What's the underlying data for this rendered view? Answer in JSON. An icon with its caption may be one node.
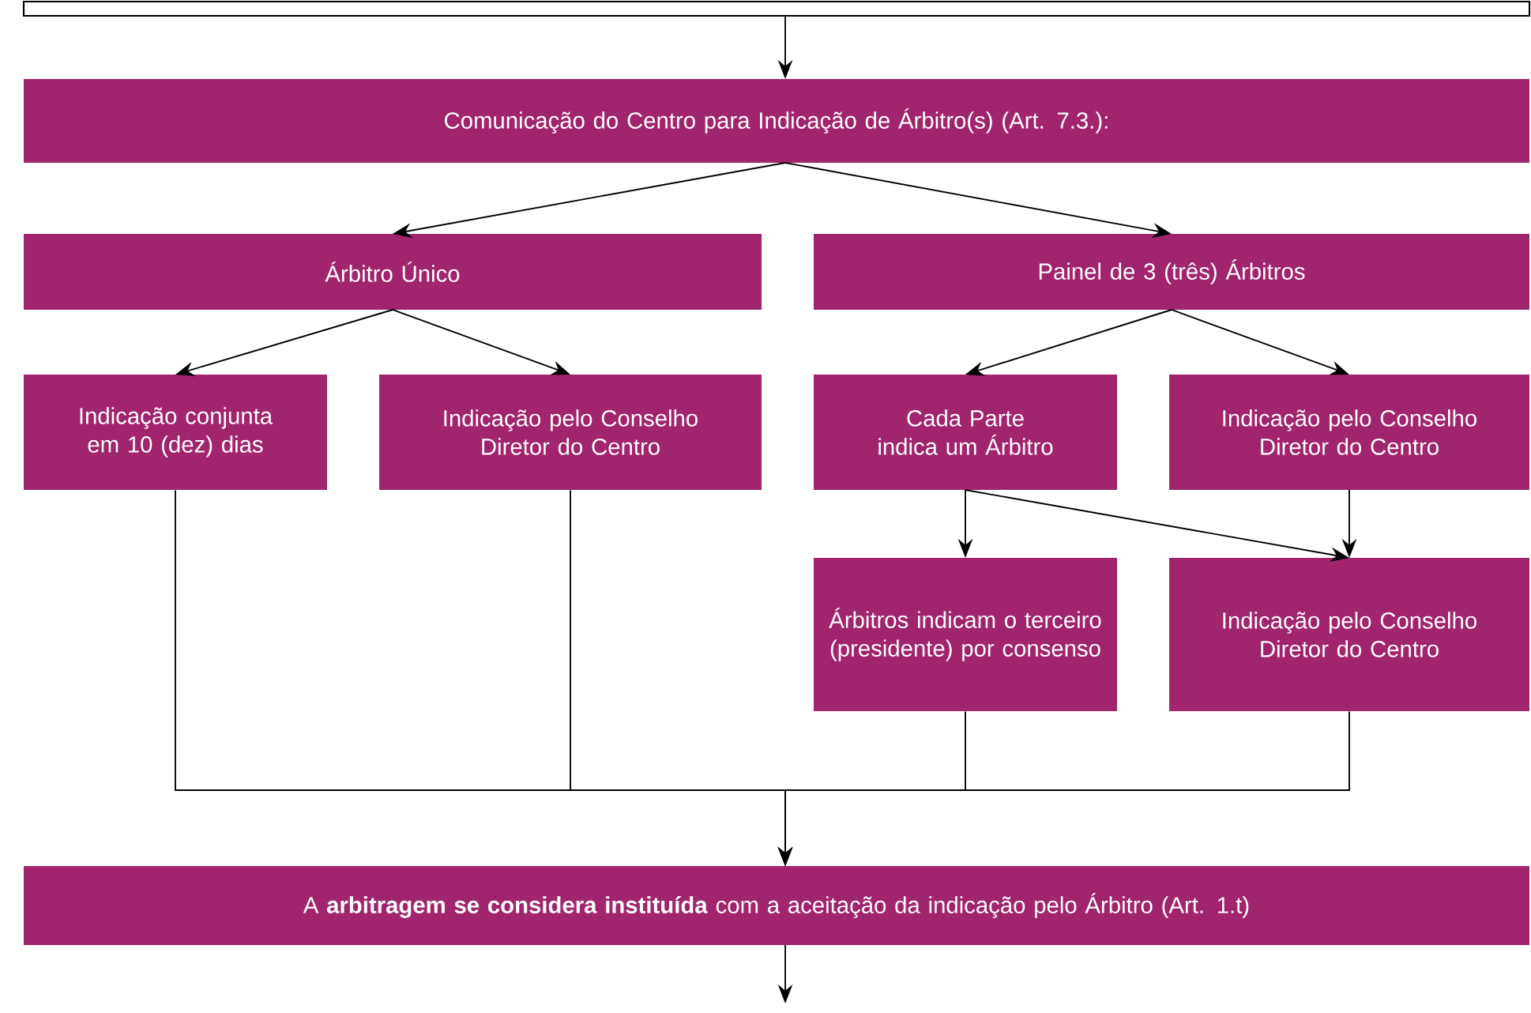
{
  "diagram": {
    "nodes": [
      {
        "text": [],
        "shape": "box"
      },
      {
        "text": [
          "Comunicação do Centro para Indicação de Árbitro(s)  (Art. 7.3.):"
        ]
      },
      {
        "text": [
          "Árbitro Único"
        ]
      },
      {
        "text": [
          "Painel de 3 (três) Árbitros"
        ]
      },
      {
        "text": [
          "Indicação conjunta em 10 (dez) dias"
        ]
      },
      {
        "text": [
          "Indicação pelo Conselho Diretor do Centro"
        ]
      },
      {
        "text": [
          "Cada Parte indica um Árbitro"
        ]
      },
      {
        "text": [
          "Indicação pelo Conselho Diretor do Centro"
        ]
      },
      {
        "text": [
          "Árbitros indicam o terceiro (presidente) por consenso"
        ]
      },
      {
        "text": [
          "Indicação pelo Conselho Diretor do Centro"
        ]
      },
      {
        "text": [
          "A **arbitragem se considera instituída** com a aceitação da indicação pelo Árbitro (Art. 1.t)"
        ]
      }
    ],
    "edges": [
      {
        "from": 0,
        "to": 1,
        "arrow": "to"
      },
      {
        "from": 1,
        "to": 2,
        "arrow": "to"
      },
      {
        "from": 1,
        "to": 3,
        "arrow": "to"
      },
      {
        "from": 2,
        "to": 4,
        "arrow": "to"
      },
      {
        "from": 2,
        "to": 5,
        "arrow": "to"
      },
      {
        "from": 3,
        "to": 6,
        "arrow": "to"
      },
      {
        "from": 3,
        "to": 7,
        "arrow": "to"
      },
      {
        "from": 6,
        "to": 8,
        "arrow": "to"
      },
      {
        "from": 6,
        "to": 9,
        "arrow": "to"
      },
      {
        "from": 7,
        "to": 9,
        "arrow": "to"
      },
      {
        "from": 4,
        "to": 10,
        "arrow": "to"
      },
      {
        "from": 5,
        "to": 10,
        "arrow": "to"
      },
      {
        "from": 8,
        "to": 10,
        "arrow": "to"
      },
      {
        "from": 9,
        "to": 10,
        "arrow": "to"
      },
      {
        "from": 10,
        "to": null,
        "arrow": "to"
      }
    ]
  }
}
